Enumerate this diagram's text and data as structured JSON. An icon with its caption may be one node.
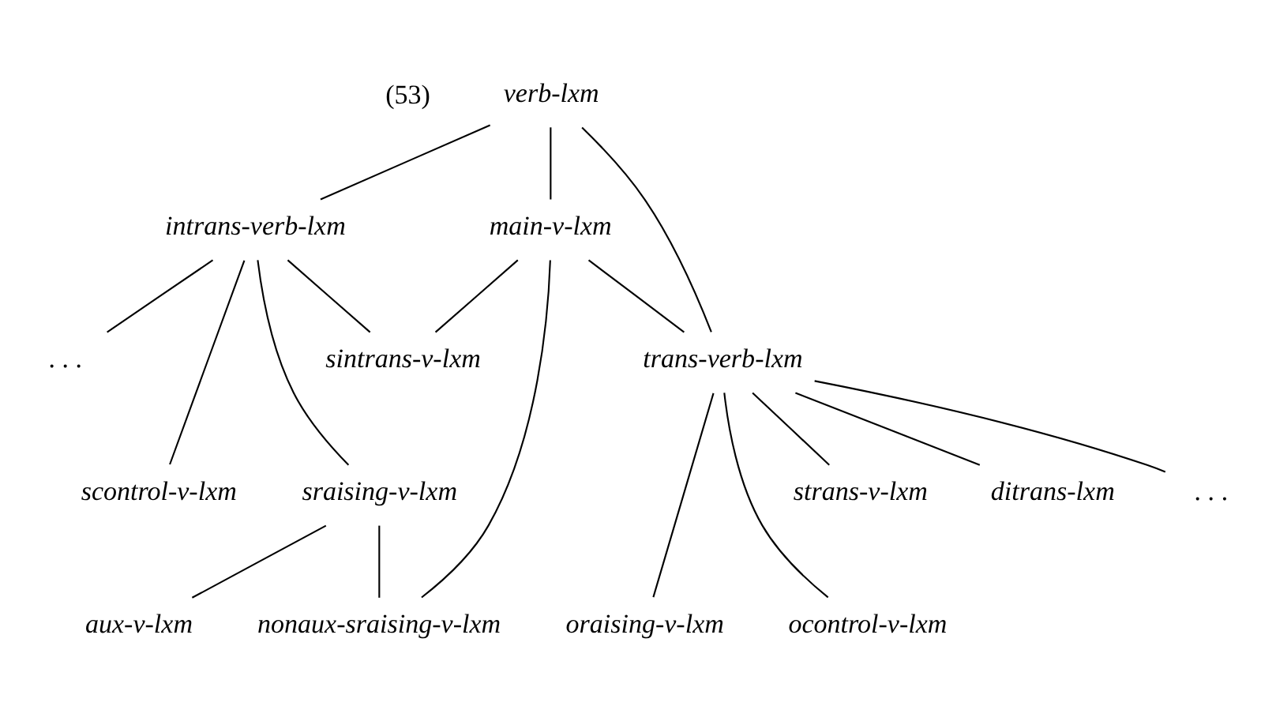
{
  "diagram": {
    "nodes": [
      {
        "text": [
          "verb-lxm"
        ]
      },
      {
        "text": [
          "intrans-verb-lxm"
        ]
      },
      {
        "text": [
          "main-v-lxm"
        ]
      },
      {
        "text": [
          ". . ."
        ]
      },
      {
        "text": [
          "sintrans-v-lxm"
        ]
      },
      {
        "text": [
          "trans-verb-lxm"
        ]
      },
      {
        "text": [
          "scontrol-v-lxm"
        ]
      },
      {
        "text": [
          "sraising-v-lxm"
        ]
      },
      {
        "text": [
          "strans-v-lxm"
        ]
      },
      {
        "text": [
          "ditrans-lxm"
        ]
      },
      {
        "text": [
          ". . ."
        ]
      },
      {
        "text": [
          "aux-v-lxm"
        ]
      },
      {
        "text": [
          "nonaux-sraising-v-lxm"
        ]
      },
      {
        "text": [
          "oraising-v-lxm"
        ]
      },
      {
        "text": [
          "ocontrol-v-lxm"
        ]
      }
    ],
    "edges": [
      {
        "from": 0,
        "to": 1,
        "arrow": "none"
      },
      {
        "from": 0,
        "to": 2,
        "arrow": "none"
      },
      {
        "from": 0,
        "to": 5,
        "arrow": "none"
      },
      {
        "from": 1,
        "to": 3,
        "arrow": "none"
      },
      {
        "from": 1,
        "to": 6,
        "arrow": "none"
      },
      {
        "from": 1,
        "to": 4,
        "arrow": "none"
      },
      {
        "from": 1,
        "to": 7,
        "arrow": "none"
      },
      {
        "from": 2,
        "to": 4,
        "arrow": "none"
      },
      {
        "from": 2,
        "to": 12,
        "arrow": "none"
      },
      {
        "from": 2,
        "to": 5,
        "arrow": "none"
      },
      {
        "from": 5,
        "to": 8,
        "arrow": "none"
      },
      {
        "from": 5,
        "to": 13,
        "arrow": "none"
      },
      {
        "from": 5,
        "to": 9,
        "arrow": "none"
      },
      {
        "from": 5,
        "to": 14,
        "arrow": "none"
      },
      {
        "from": 5,
        "to": 10,
        "arrow": "none"
      },
      {
        "from": 7,
        "to": 11,
        "arrow": "none"
      },
      {
        "from": 7,
        "to": 12,
        "arrow": "none"
      }
    ],
    "labels": [
      "(53)"
    ]
  }
}
